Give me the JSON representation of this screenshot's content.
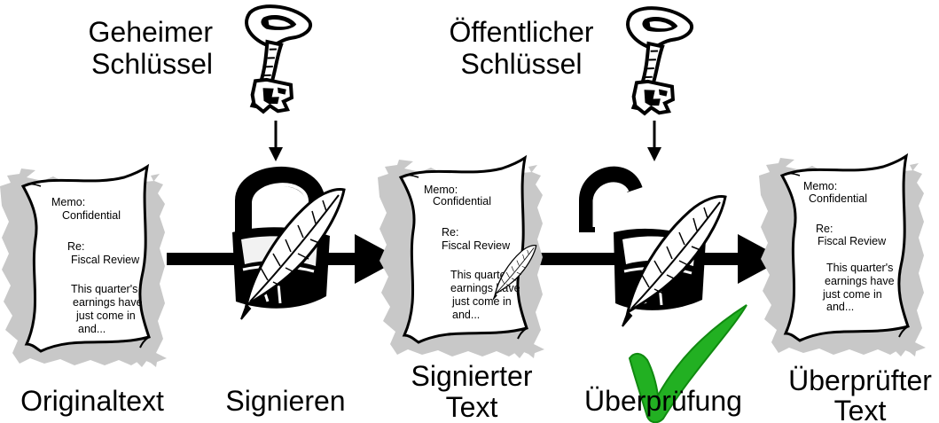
{
  "labels": {
    "secret_key": [
      "Geheimer",
      "Schlüssel"
    ],
    "public_key": [
      "Öffentlicher",
      "Schlüssel"
    ],
    "original_text": "Originaltext",
    "signing": "Signieren",
    "signed_text": [
      "Signierter",
      "Text"
    ],
    "verification": "Überprüfung",
    "verified_text": [
      "Überprüfter",
      "Text"
    ]
  },
  "memo": {
    "line1": "Memo:",
    "line2": "Confidential",
    "line3": "Re:",
    "line4": "Fiscal Review",
    "line5": "This quarter's",
    "line6": "earnings have",
    "line7": "just come in",
    "line8": "and..."
  },
  "colors": {
    "ink": "#000000",
    "paper_shadow": "#c8c8c8",
    "check": "#22b022",
    "check_dark": "#108a10"
  },
  "icons": {
    "key": "key-icon",
    "lock_closed": "padlock-closed-icon",
    "lock_open": "padlock-open-icon",
    "quill": "quill-pen-icon",
    "check": "checkmark-icon",
    "document": "document-icon"
  }
}
